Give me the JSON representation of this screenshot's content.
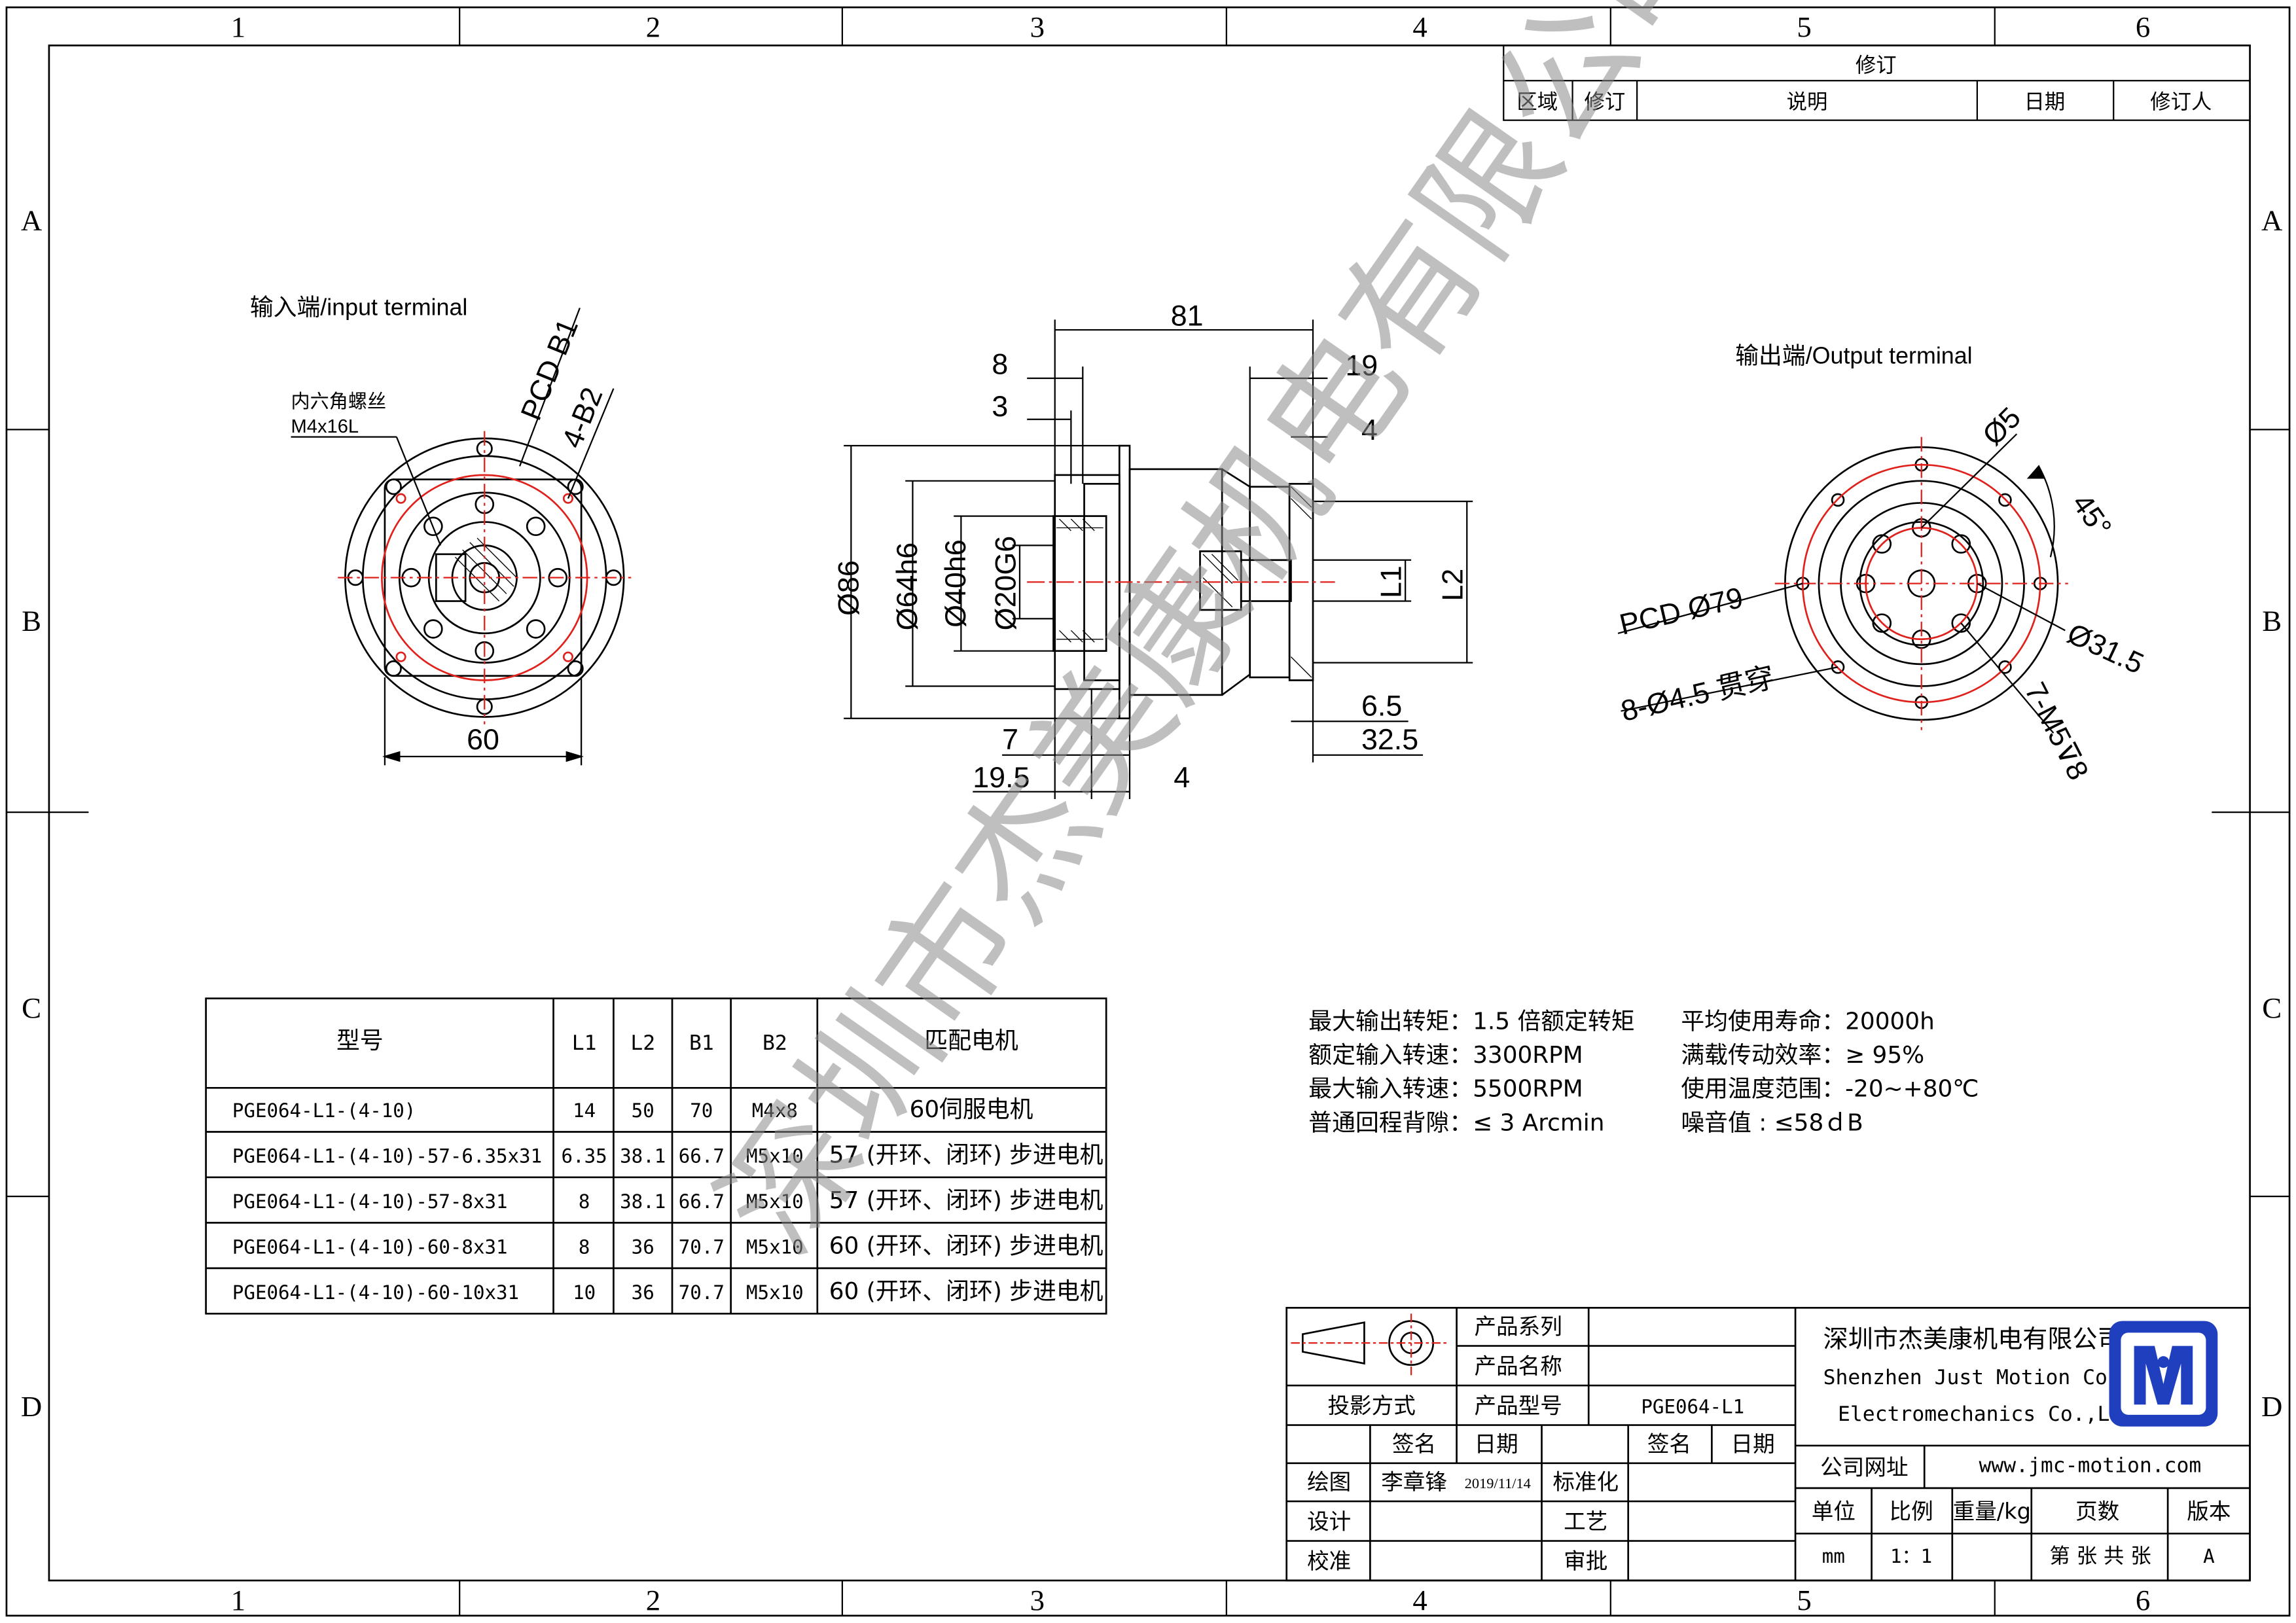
{
  "frame": {
    "columns": [
      "1",
      "2",
      "3",
      "4",
      "5",
      "6"
    ],
    "rows": [
      "A",
      "B",
      "C",
      "D"
    ]
  },
  "revision": {
    "title": "修订",
    "headers": [
      "区域",
      "修订",
      "说明",
      "日期",
      "修订人"
    ]
  },
  "watermark": "深圳市杰美康机电有限公司",
  "input_view": {
    "title": "输入端/input terminal",
    "screw_label_line1": "内六角螺丝",
    "screw_label_line2": "M4x16L",
    "pcd": "PCD B1",
    "holes": "4-B2",
    "width": "60"
  },
  "side_view": {
    "d_81": "81",
    "d_8": "8",
    "d_3": "3",
    "d_19": "19",
    "d_4_top": "4",
    "d_86": "Ø86",
    "d_64": "Ø64h6",
    "d_40": "Ø40h6",
    "d_20": "Ø20G6",
    "d_L1": "L1",
    "d_L2": "L2",
    "d_6_5": "6.5",
    "d_32_5": "32.5",
    "d_7": "7",
    "d_19_5": "19.5",
    "d_4_bottom": "4"
  },
  "output_view": {
    "title": "输出端/Output terminal",
    "d_5": "Ø5",
    "angle": "45°",
    "pcd": "PCD Ø79",
    "d_31_5": "Ø31.5",
    "holes_through": "8-Ø4.5 贯穿",
    "tapped": "7-M5⊽8"
  },
  "spec_table": {
    "headers": [
      "型号",
      "L1",
      "L2",
      "B1",
      "B2",
      "匹配电机"
    ],
    "rows": [
      [
        "PGE064-L1-(4-10)",
        "14",
        "50",
        "70",
        "M4x8",
        "60伺服电机"
      ],
      [
        "PGE064-L1-(4-10)-57-6.35x31",
        "6.35",
        "38.1",
        "66.7",
        "M5x10",
        "57 (开环、闭环) 步进电机"
      ],
      [
        "PGE064-L1-(4-10)-57-8x31",
        "8",
        "38.1",
        "66.7",
        "M5x10",
        "57 (开环、闭环) 步进电机"
      ],
      [
        "PGE064-L1-(4-10)-60-8x31",
        "8",
        "36",
        "70.7",
        "M5x10",
        "60 (开环、闭环) 步进电机"
      ],
      [
        "PGE064-L1-(4-10)-60-10x31",
        "10",
        "36",
        "70.7",
        "M5x10",
        "60 (开环、闭环) 步进电机"
      ]
    ]
  },
  "specs": {
    "left": [
      "最大输出转矩：1.5 倍额定转矩",
      "额定输入转速：3300RPM",
      "最大输入转速：5500RPM",
      "普通回程背隙：≤ 3 Arcmin"
    ],
    "right": [
      "平均使用寿命：20000h",
      "满载传动效率：≥   95%",
      "使用温度范围：-20~+80℃",
      "噪音值        : ≤58ｄB"
    ]
  },
  "title_block": {
    "projection": "投影方式",
    "product_series": "产品系列",
    "product_name": "产品名称",
    "product_model": "产品型号",
    "model_value": "PGE064-L1",
    "sign": "签名",
    "date": "日期",
    "sign2": "签名",
    "date2": "日期",
    "draw": "绘图",
    "drawer": "李章锋",
    "draw_date": "2019/11/14",
    "standard": "标准化",
    "design": "设计",
    "process": "工艺",
    "check": "校准",
    "approve": "审批",
    "company_cn": "深圳市杰美康机电有限公司",
    "company_en1": "Shenzhen Just Motion Control",
    "company_en2": "Electromechanics Co.,LTD",
    "website_label": "公司网址",
    "website": "www.jmc-motion.com",
    "unit": "单位",
    "scale": "比例",
    "weight": "重量/kg",
    "pages": "页数",
    "version": "版本",
    "unit_value": "mm",
    "scale_value": "1：1",
    "pages_value": "第 张 共 张",
    "version_value": "A"
  },
  "colors": {
    "line": "#000000",
    "center": "#e0201b",
    "logo": "#1f3fbf",
    "watermark": "#8a8a8a"
  }
}
